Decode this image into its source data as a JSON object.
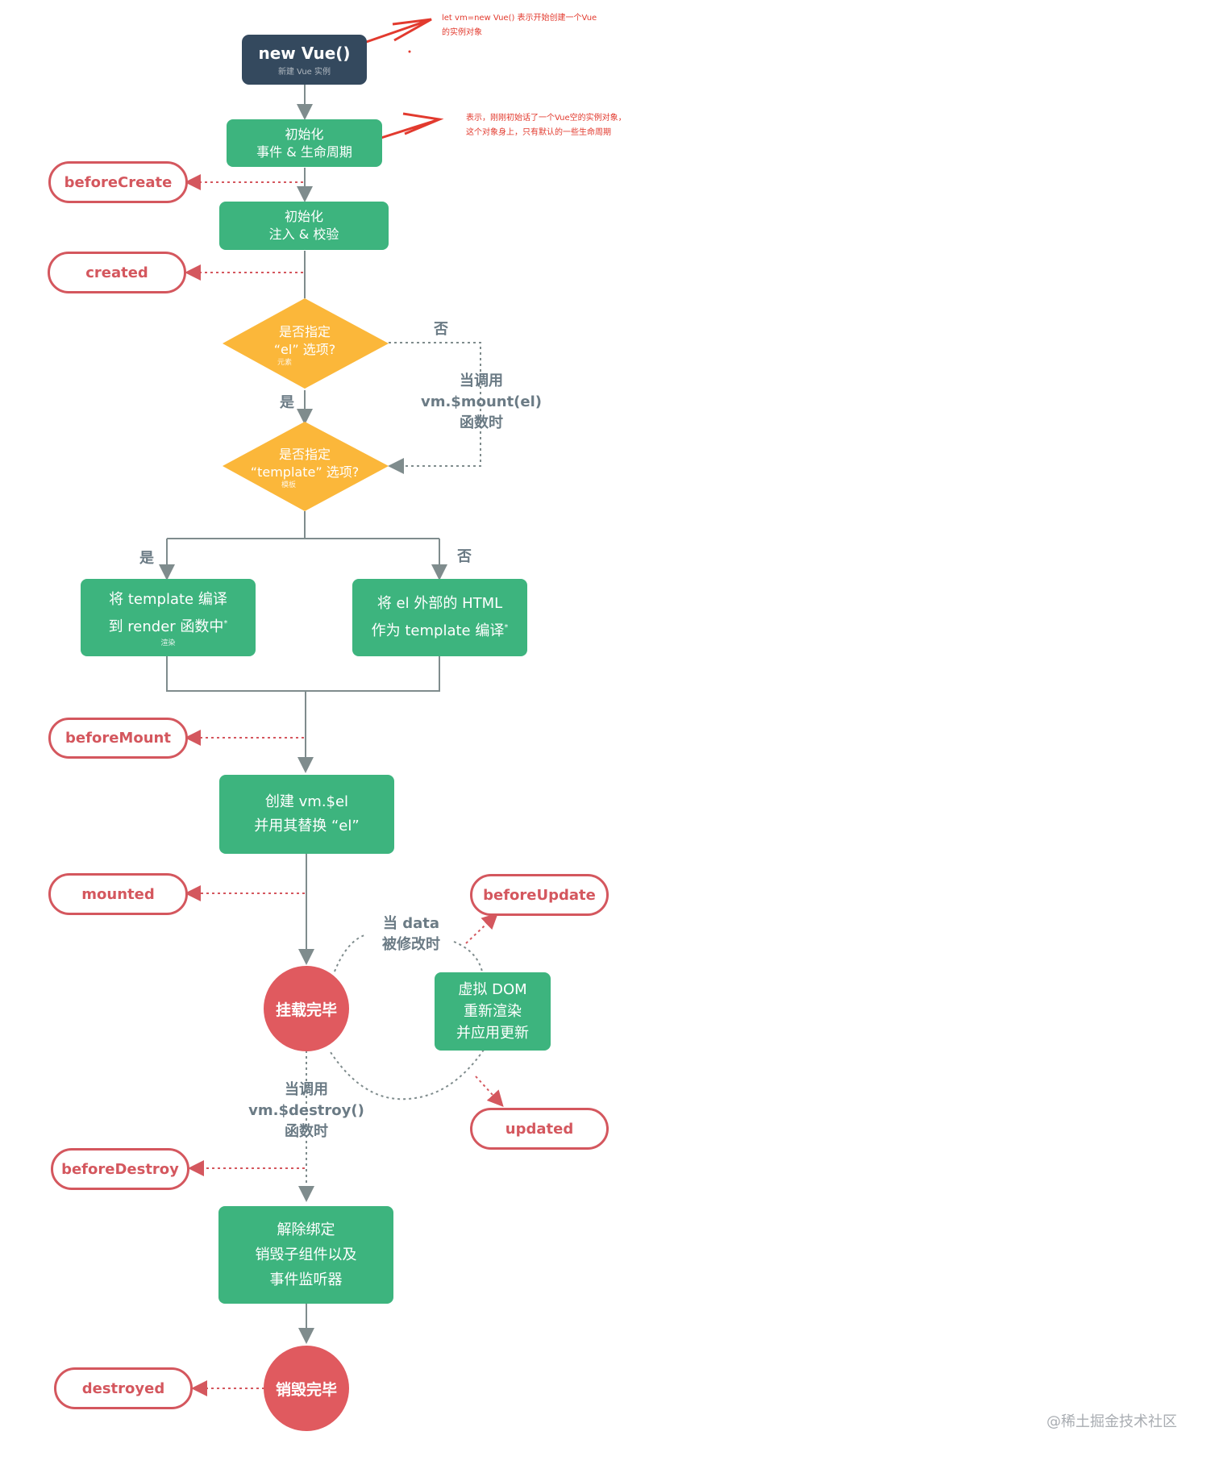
{
  "annotations": {
    "note1": "let vm=new Vue() 表示开始创建一个Vue的实例对象",
    "note2": "表示，刚刚初始话了一个Vue空的实例对象，这个对象身上，只有默认的一些生命周期"
  },
  "nodes": {
    "new_vue": {
      "title": "new Vue()",
      "subtitle": "新建 Vue 实例"
    },
    "init_events": {
      "line1": "初始化",
      "line2": "事件 & 生命周期"
    },
    "init_inject": {
      "line1": "初始化",
      "line2": "注入 & 校验"
    },
    "decision_el": {
      "line1": "是否指定",
      "line2": "“el” 选项?",
      "small": "元素"
    },
    "decision_template": {
      "line1": "是否指定",
      "line2": "“template” 选项?",
      "small": "模板"
    },
    "compile_template": {
      "line1": "将 template 编译",
      "line2": "到 render 函数中",
      "mark": "*",
      "small": "渲染"
    },
    "compile_outer": {
      "line1": "将 el 外部的 HTML",
      "line2": "作为 template 编译",
      "mark": "*"
    },
    "create_el": {
      "line1": "创建 vm.$el",
      "line2": "并用其替换 “el”"
    },
    "mounted_circle": {
      "text": "挂载完毕"
    },
    "virtual_dom": {
      "line1": "虚拟 DOM",
      "line2": "重新渲染",
      "line3": "并应用更新"
    },
    "teardown": {
      "line1": "解除绑定",
      "line2": "销毁子组件以及",
      "line3": "事件监听器"
    },
    "destroyed_circle": {
      "text": "销毁完毕"
    }
  },
  "hooks": {
    "beforeCreate": "beforeCreate",
    "created": "created",
    "beforeMount": "beforeMount",
    "mounted": "mounted",
    "beforeUpdate": "beforeUpdate",
    "updated": "updated",
    "beforeDestroy": "beforeDestroy",
    "destroyed": "destroyed"
  },
  "edge_labels": {
    "el_no": "否",
    "el_yes": "是",
    "mount_call_1": "当调用",
    "mount_call_2": "vm.$mount(el)",
    "mount_call_3": "函数时",
    "tpl_yes": "是",
    "tpl_no": "否",
    "data_change_1": "当 data",
    "data_change_2": "被修改时",
    "destroy_call_1": "当调用",
    "destroy_call_2": "vm.$destroy()",
    "destroy_call_3": "函数时"
  },
  "watermark": "@稀土掘金技术社区",
  "colors": {
    "green": "#3db47e",
    "navy": "#34495e",
    "hook_red": "#d4575e",
    "circle_red": "#e05a5f",
    "diamond": "#fbb73a",
    "connector": "#7f8c8d",
    "annotation_red": "#e23a2e"
  }
}
